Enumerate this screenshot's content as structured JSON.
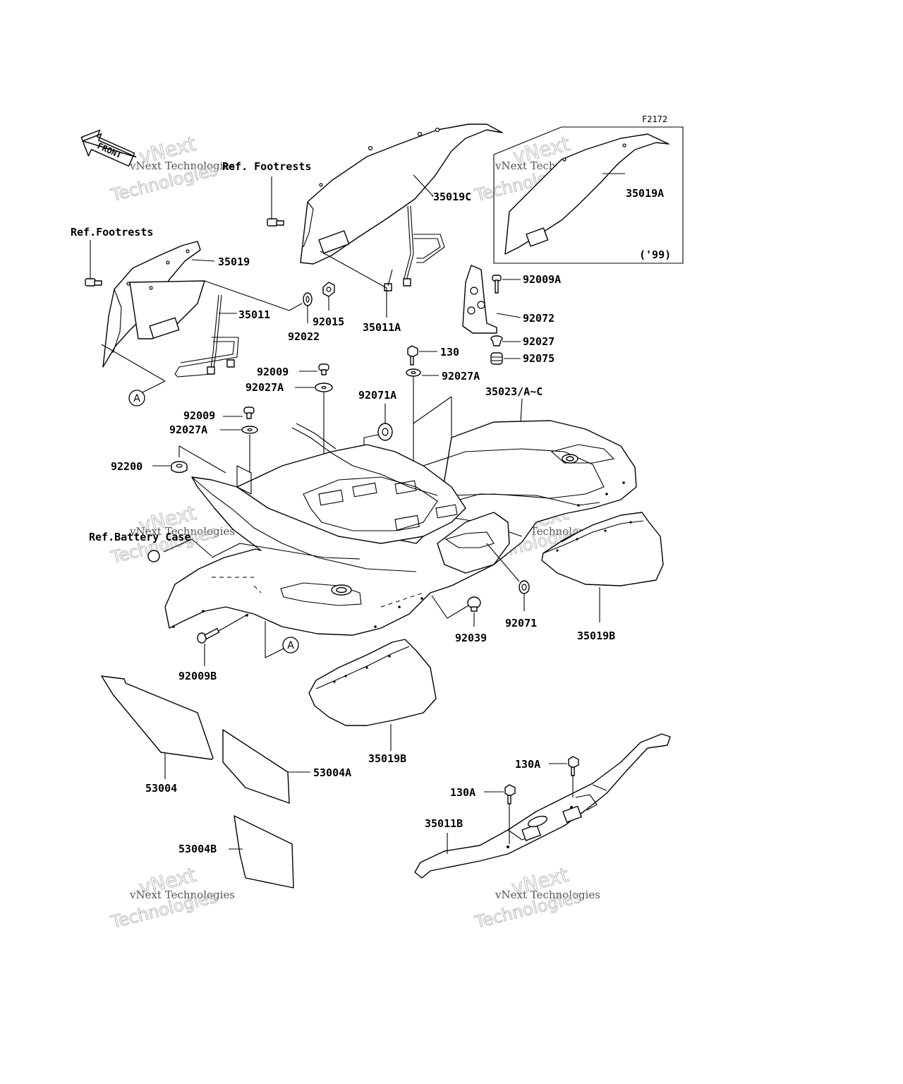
{
  "figure_code": "F2172",
  "front_arrow": "FRONT",
  "refs": {
    "footrests_upper": "Ref. Footrests",
    "footrests_left": "Ref.Footrests",
    "battery_case": "Ref.Battery Case"
  },
  "inset": {
    "part": "35019A",
    "note": "('99)"
  },
  "callout_marker": "A",
  "part_labels": {
    "p35019C": "35019C",
    "p35019": "35019",
    "p35011": "35011",
    "p92022": "92022",
    "p92015": "92015",
    "p35011A": "35011A",
    "p92009A": "92009A",
    "p92072": "92072",
    "p92027": "92027",
    "p92075": "92075",
    "p130": "130",
    "p92027A_top": "92027A",
    "p92009_a": "92009",
    "p92027A_a": "92027A",
    "p92071A": "92071A",
    "p35023": "35023/A~C",
    "p92009_b": "92009",
    "p92027A_b": "92027A",
    "p92200": "92200",
    "p92039": "92039",
    "p92071": "92071",
    "p35019B_right": "35019B",
    "p92009B": "92009B",
    "p35019B_left": "35019B",
    "p53004": "53004",
    "p53004A": "53004A",
    "p53004B": "53004B",
    "p130A_a": "130A",
    "p130A_b": "130A",
    "p35011B": "35011B"
  },
  "watermark": {
    "line1": "vNext",
    "line2": "vNext Technologies",
    "line3": "Technologies"
  }
}
